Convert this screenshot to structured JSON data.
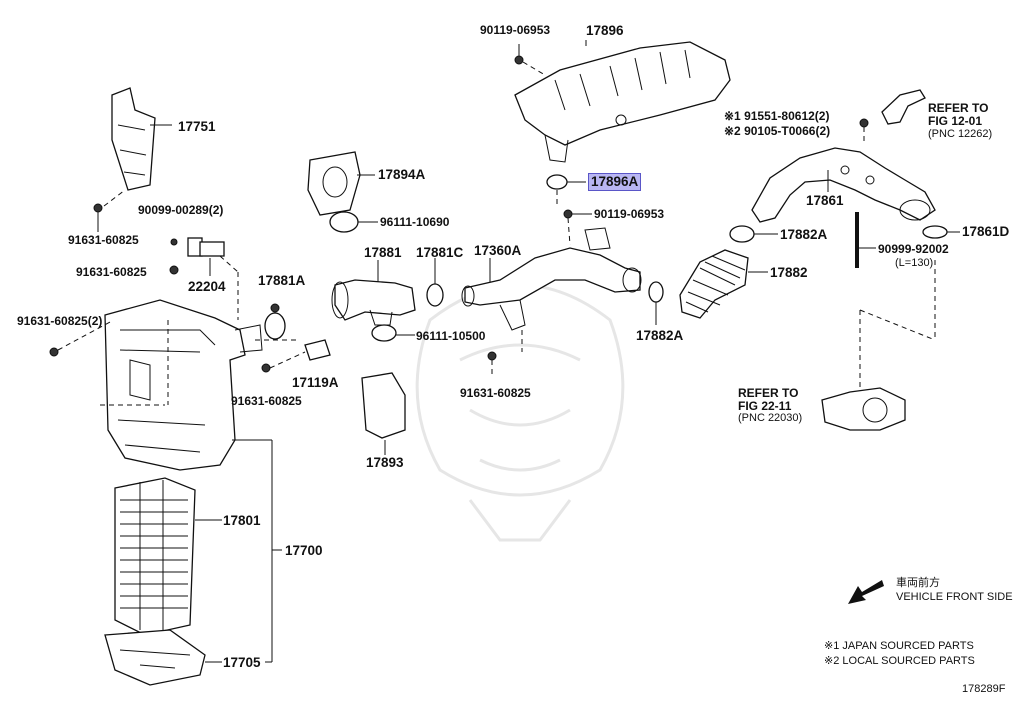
{
  "parts": {
    "p17896": "17896",
    "p90119_top": "90119-06953",
    "p17751": "17751",
    "p90099": "90099-00289(2)",
    "p91631_a": "91631-60825",
    "p91631_b": "91631-60825",
    "p22204": "22204",
    "p91631_c": "91631-60825(2)",
    "p17894A": "17894A",
    "p96111_10690": "96111-10690",
    "p17881": "17881",
    "p17881C": "17881C",
    "p17881A": "17881A",
    "p17360A": "17360A",
    "p96111_10500": "96111-10500",
    "p17119A": "17119A",
    "p91631_d": "91631-60825",
    "p91631_e": "91631-60825",
    "p17893": "17893",
    "p17896A": "17896A",
    "p90119_mid": "90119-06953",
    "p17882A_top": "17882A",
    "p17882": "17882",
    "p17882A_bot": "17882A",
    "p17861": "17861",
    "p17861D": "17861D",
    "p90999": "90999-92002",
    "p90999_len": "(L=130)",
    "p91551": "※1 91551-80612(2)",
    "p90105": "※2 90105-T0066(2)",
    "p17801": "17801",
    "p17700": "17700",
    "p17705": "17705"
  },
  "refs": {
    "ref1_line1": "REFER TO",
    "ref1_line2": "FIG 12-01",
    "ref1_line3": "(PNC 12262)",
    "ref2_line1": "REFER TO",
    "ref2_line2": "FIG 22-11",
    "ref2_line3": "(PNC 22030)"
  },
  "legend": {
    "direction_jp": "車両前方",
    "direction_en": "VEHICLE FRONT SIDE",
    "note1": "※1 JAPAN SOURCED PARTS",
    "note2": "※2 LOCAL SOURCED PARTS"
  },
  "diagram_id": "178289F",
  "highlight_color": "#b9b6f2"
}
